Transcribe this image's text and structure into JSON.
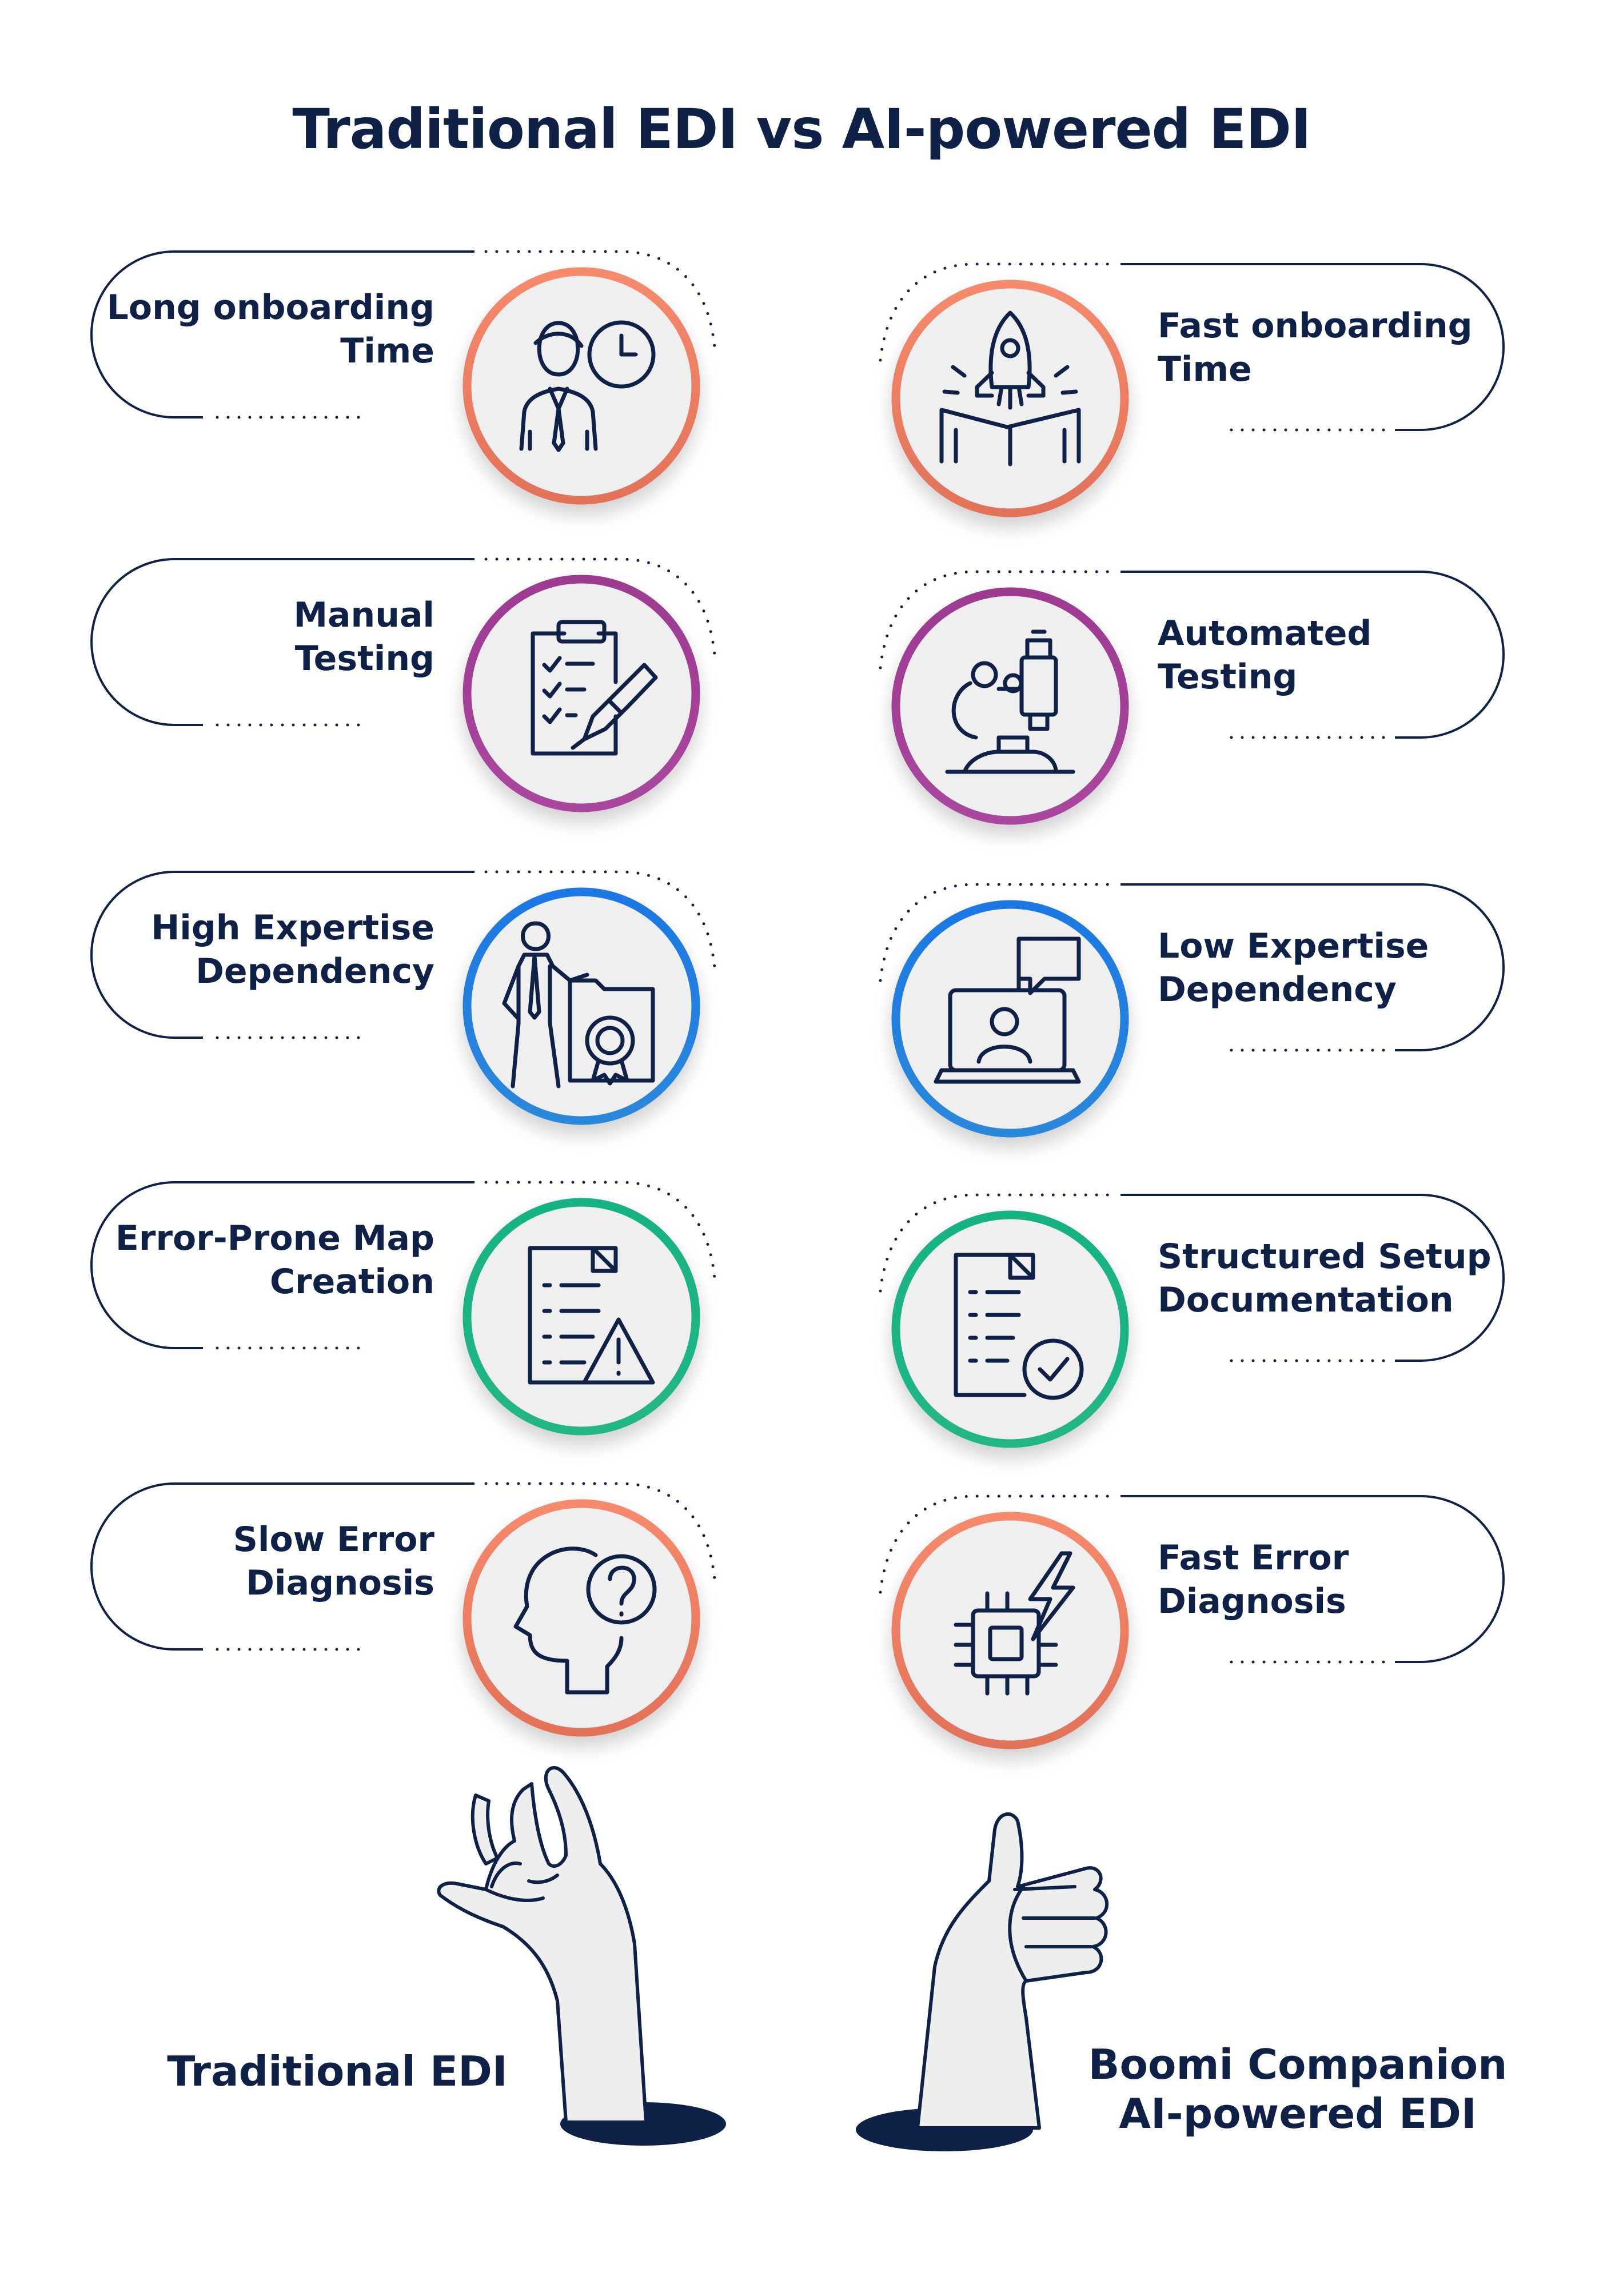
{
  "title": "Traditional EDI vs AI-powered EDI",
  "colors": {
    "navy": "#0f2146",
    "coral": "#f0846a",
    "purple": "#a13a94",
    "blue": "#1f7fe0",
    "green": "#1cb582",
    "circle_fill": "#efefef",
    "hand_fill": "#eeeeef"
  },
  "rows": [
    {
      "accent": "coral",
      "left": {
        "lines": [
          "Long onboarding",
          "Time"
        ],
        "icon": "businessman-clock-icon"
      },
      "right": {
        "lines": [
          "Fast onboarding",
          "Time"
        ],
        "icon": "rocket-book-icon"
      }
    },
    {
      "accent": "purple",
      "left": {
        "lines": [
          "Manual",
          "Testing"
        ],
        "icon": "clipboard-pen-icon"
      },
      "right": {
        "lines": [
          "Automated",
          "Testing"
        ],
        "icon": "microscope-icon"
      }
    },
    {
      "accent": "blue",
      "left": {
        "lines": [
          "High Expertise",
          "Dependency"
        ],
        "icon": "expert-certificate-icon"
      },
      "right": {
        "lines": [
          "Low Expertise",
          "Dependency"
        ],
        "icon": "laptop-chat-icon"
      }
    },
    {
      "accent": "green",
      "left": {
        "lines": [
          "Error-Prone Map",
          "Creation"
        ],
        "icon": "document-warning-icon"
      },
      "right": {
        "lines": [
          "Structured Setup",
          "Documentation"
        ],
        "icon": "document-check-icon"
      }
    },
    {
      "accent": "coral",
      "left": {
        "lines": [
          "Slow Error",
          "Diagnosis"
        ],
        "icon": "head-question-icon"
      },
      "right": {
        "lines": [
          "Fast Error",
          "Diagnosis"
        ],
        "icon": "chip-lightning-icon"
      }
    }
  ],
  "footer": {
    "left": {
      "lines": [
        "Traditional EDI"
      ],
      "icon": "pinched-hand-icon"
    },
    "right": {
      "lines": [
        "Boomi Companion",
        "AI-powered EDI"
      ],
      "icon": "thumbs-up-icon"
    }
  }
}
